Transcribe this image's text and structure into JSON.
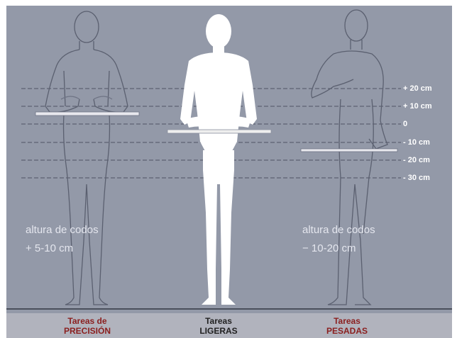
{
  "levels": [
    "+ 20 cm",
    "+ 10 cm",
    "0",
    "- 10 cm",
    "- 20 cm",
    "- 30 cm"
  ],
  "elbow_left": {
    "line1": "altura de codos",
    "line2": "+   5-10 cm"
  },
  "elbow_right": {
    "line1": "altura de codos",
    "line2": "−  10-20 cm"
  },
  "tasks": [
    {
      "line1": "Tareas de",
      "line2": "PRECISIÓN"
    },
    {
      "line1": "Tareas",
      "line2": "LIGERAS"
    },
    {
      "line1": "Tareas",
      "line2": "PESADAS"
    }
  ],
  "colors": {
    "background": "#9399a8",
    "silhouette_light": "#ffffff",
    "outline": "#5b6070",
    "task_red": "#8b2020"
  }
}
